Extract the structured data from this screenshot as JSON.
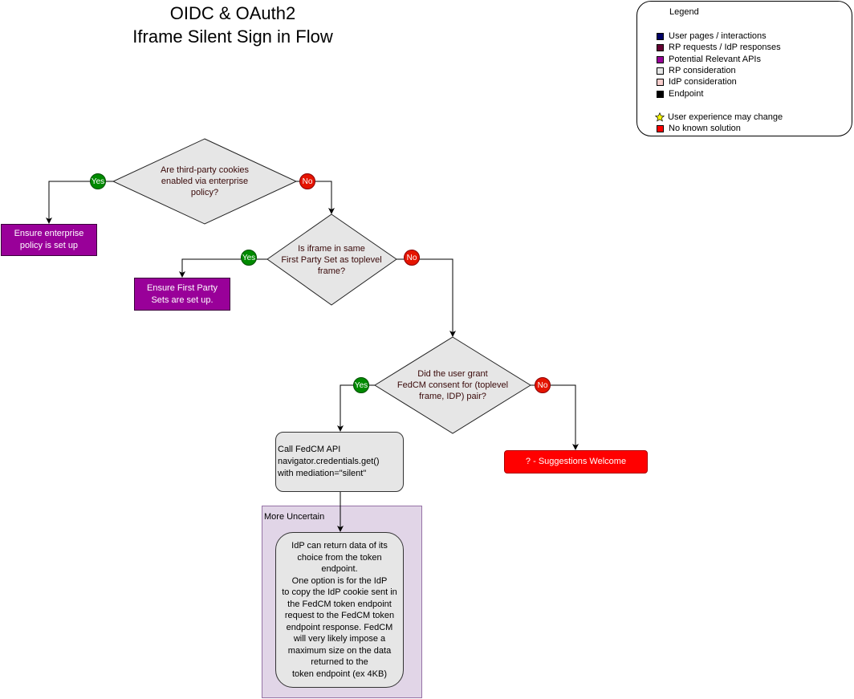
{
  "title": {
    "line1": "OIDC & OAuth2",
    "line2": "Iframe Silent Sign in Flow"
  },
  "legend": {
    "title": "Legend",
    "items": [
      {
        "label": "User pages / interactions",
        "color": "#000066"
      },
      {
        "label": "RP requests / IdP responses",
        "color": "#660033"
      },
      {
        "label": "Potential Relevant APIs",
        "color": "#990099"
      },
      {
        "label": "RP consideration",
        "color": "#e6e6e6"
      },
      {
        "label": "IdP consideration",
        "color": "#f8cecc"
      },
      {
        "label": "Endpoint",
        "color": "#000000"
      }
    ],
    "star_item": {
      "label": "User experience may change",
      "color": "#ffff00"
    },
    "red_item": {
      "label": "No known solution",
      "color": "#ff0000"
    }
  },
  "decisions": {
    "d1": [
      "Are third-party cookies",
      "enabled via enterprise",
      "policy?"
    ],
    "d2": [
      "Is iframe in same",
      "First Party Set as toplevel",
      "frame?"
    ],
    "d3": [
      "Did the user grant",
      "FedCM consent for (toplevel",
      "frame, IDP) pair?"
    ]
  },
  "badges": {
    "yes": "Yes",
    "no": "No"
  },
  "boxes": {
    "enterprise": [
      "Ensure enterprise",
      "policy is set up"
    ],
    "fps": [
      "Ensure First Party",
      "Sets are set up."
    ],
    "fedcm": [
      "Call FedCM API",
      "navigator.credentials.get()",
      "with mediation=\"silent\""
    ],
    "suggestions": "? - Suggestions Welcome",
    "uncertain_label": "More Uncertain",
    "idp_note": [
      "IdP can return data of its",
      "choice from the token",
      "endpoint.",
      "One option is for the IdP",
      "to copy the IdP cookie sent in",
      "the FedCM token endpoint",
      "request to the FedCM token",
      "endpoint response. FedCM",
      "will very likely impose a",
      "maximum size on the data",
      "returned to the",
      "token endpoint (ex 4KB)"
    ]
  },
  "colors": {
    "diamond_fill": "#e6e6e6",
    "purple": "#990099",
    "red": "#ff0000",
    "yes_green": "#008a00",
    "no_red": "#e51400",
    "uncertain_fill": "#e1d5e7"
  }
}
